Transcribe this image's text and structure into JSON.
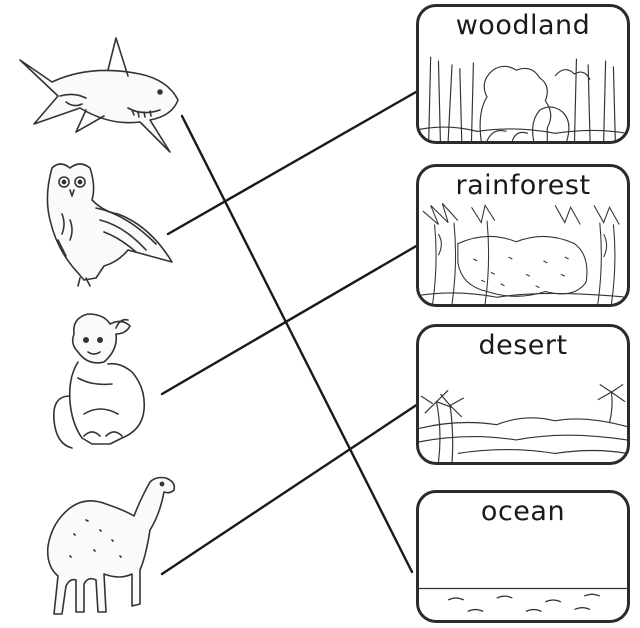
{
  "cards": [
    {
      "label": "woodland"
    },
    {
      "label": "rainforest"
    },
    {
      "label": "desert"
    },
    {
      "label": "ocean"
    }
  ],
  "animals": [
    "shark-icon",
    "owl-icon",
    "monkey-icon",
    "camel-icon"
  ],
  "colors": {
    "ink": "#1a1a1a",
    "border": "#2b2b2b",
    "background": "#ffffff"
  }
}
